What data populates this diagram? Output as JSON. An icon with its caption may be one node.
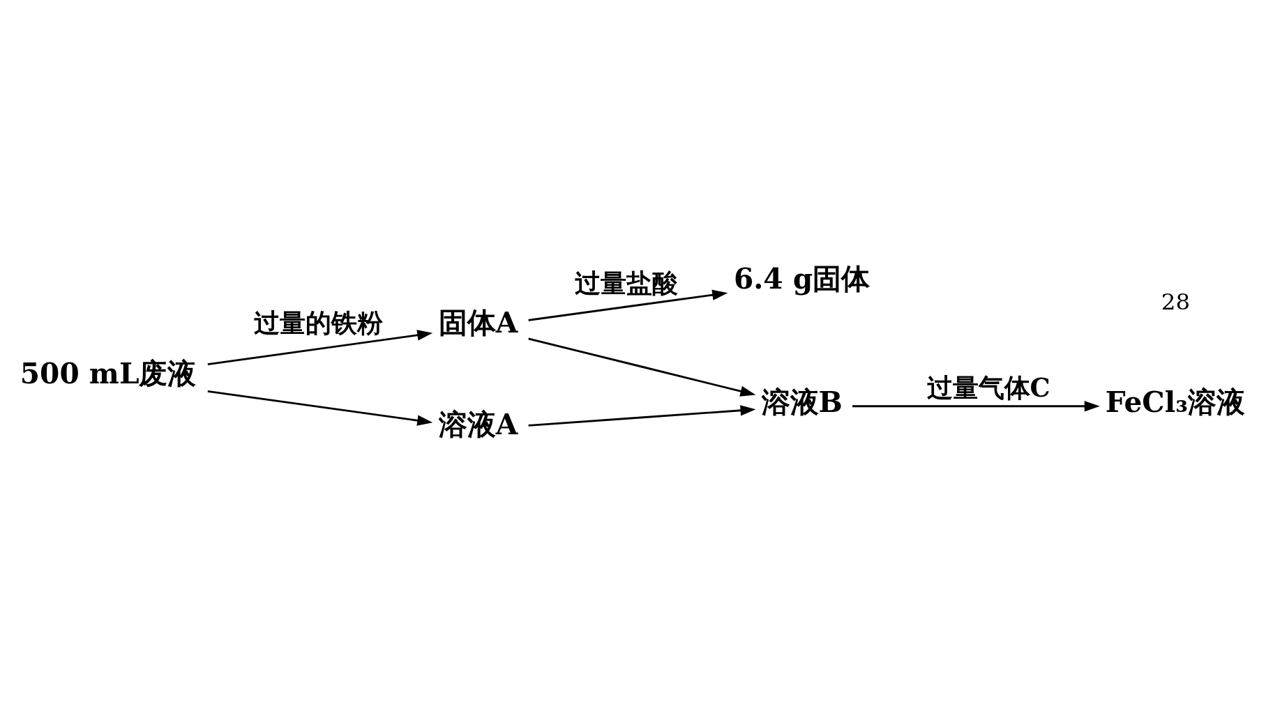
{
  "diagram": {
    "nodes": [
      {
        "text": [
          "500 mL废液"
        ]
      },
      {
        "text": [
          "固体A"
        ]
      },
      {
        "text": [
          "溶液A"
        ]
      },
      {
        "text": [
          "6.4 g固体"
        ]
      },
      {
        "text": [
          "溶液B"
        ]
      },
      {
        "text": [
          "FeCl₃溶液"
        ]
      }
    ],
    "edges": [
      {
        "from": 0,
        "to": 1,
        "arrow": "to",
        "label": "过量的铁粉"
      },
      {
        "from": 0,
        "to": 2,
        "arrow": "to"
      },
      {
        "from": 1,
        "to": 3,
        "arrow": "to",
        "label": "过量盐酸"
      },
      {
        "from": 1,
        "to": 4,
        "arrow": "to"
      },
      {
        "from": 2,
        "to": 4,
        "arrow": "to"
      },
      {
        "from": 4,
        "to": 5,
        "arrow": "to",
        "label": "过量气体C"
      }
    ],
    "labels": [
      "28"
    ]
  }
}
